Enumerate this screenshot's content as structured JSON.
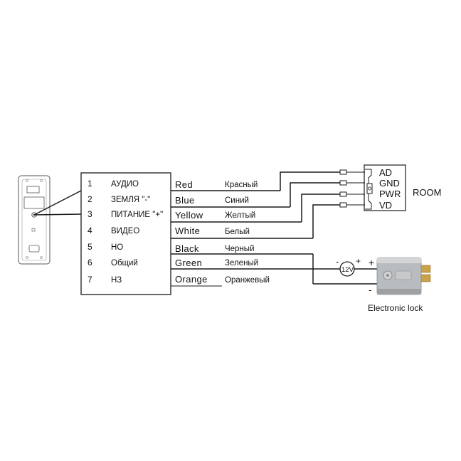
{
  "terminal": {
    "pins": [
      {
        "number": "1",
        "label": "АУДИО",
        "color_en": "Red",
        "color_ru": "Красный"
      },
      {
        "number": "2",
        "label": "ЗЕМЛЯ \"-\"",
        "color_en": "Blue",
        "color_ru": "Синий"
      },
      {
        "number": "3",
        "label": "ПИТАНИЕ \"+\"",
        "color_en": "Yellow",
        "color_ru": "Желтый"
      },
      {
        "number": "4",
        "label": "ВИДЕО",
        "color_en": "White",
        "color_ru": "Белый"
      },
      {
        "number": "5",
        "label": "НО",
        "color_en": "Black",
        "color_ru": "Черный"
      },
      {
        "number": "6",
        "label": "Общий",
        "color_en": "Green",
        "color_ru": "Зеленый"
      },
      {
        "number": "7",
        "label": "НЗ",
        "color_en": "Orange",
        "color_ru": "Оранжевый"
      }
    ]
  },
  "room": {
    "title": "ROOM",
    "connectors": [
      "AD",
      "GND",
      "PWR",
      "VD"
    ]
  },
  "power": {
    "voltage": "12V",
    "minus": "-",
    "plus": "+"
  },
  "lock": {
    "label": "Electronic lock",
    "plus": "+",
    "minus": "-"
  },
  "colors": {
    "line": "#1a1a1a",
    "panel_outline": "#555555",
    "lock_body": "#b9bcbf",
    "lock_bolt": "#c9a24a"
  }
}
